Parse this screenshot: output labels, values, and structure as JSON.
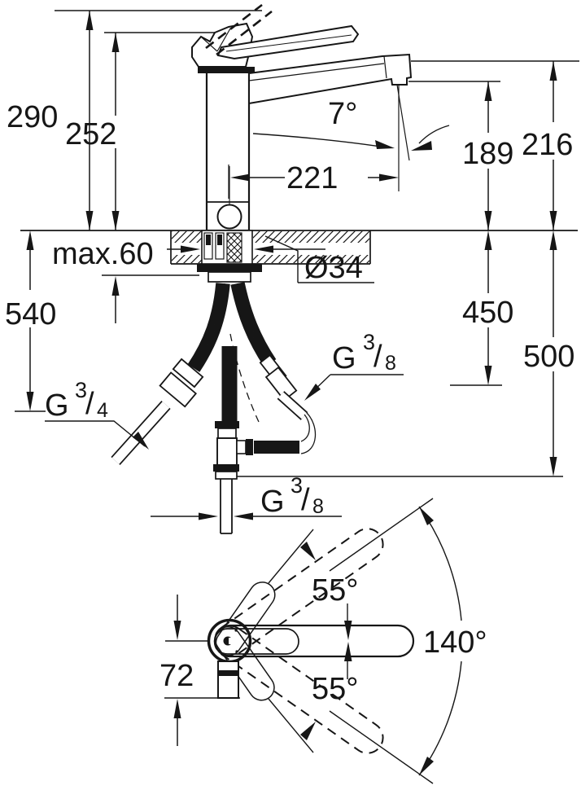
{
  "drawing": {
    "colors": {
      "line": "#161616",
      "background": "#ffffff"
    },
    "dims": {
      "overall_height": "290",
      "spout_height": "252",
      "spout_reach": "221",
      "stream_angle": "7°",
      "outlet_clearance": "189",
      "tip_height": "216",
      "deck_thickness": "max.60",
      "hole_diameter": "Ø34",
      "hose_450": "450",
      "hose_500": "500",
      "hose_540": "540",
      "base_depth": "72",
      "swivel_upper": "55°",
      "swivel_lower": "55°",
      "swivel_total": "140°"
    },
    "threads": {
      "supply": {
        "prefix": "G",
        "num": "3",
        "slash": "/",
        "den": "4"
      },
      "side": {
        "prefix": "G",
        "num": "3",
        "slash": "/",
        "den": "8"
      },
      "bottom": {
        "prefix": "G",
        "num": "3",
        "slash": "/",
        "den": "8"
      }
    }
  }
}
